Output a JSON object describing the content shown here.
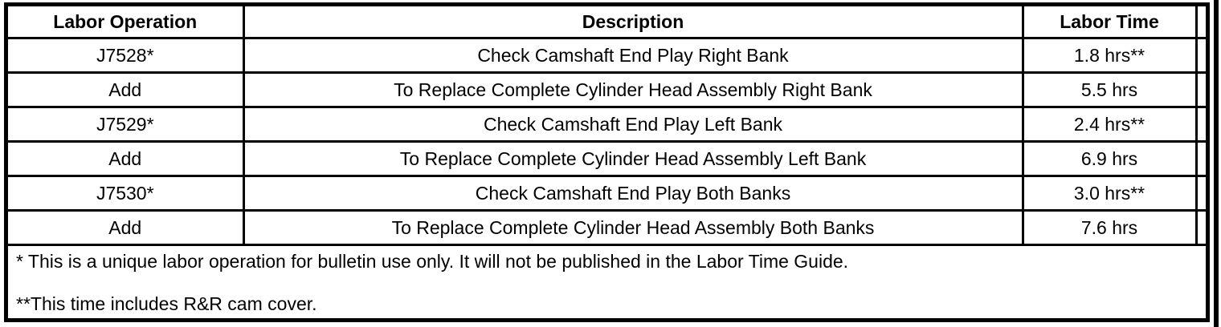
{
  "colors": {
    "background": "#ffffff",
    "border": "#000000",
    "text": "#000000"
  },
  "labor_table": {
    "columns": [
      "Labor Operation",
      "Description",
      "Labor Time"
    ],
    "rows": [
      {
        "operation": "J7528*",
        "description": "Check Camshaft End Play Right Bank",
        "time": "1.8 hrs**"
      },
      {
        "operation": "Add",
        "description": "To Replace Complete Cylinder Head Assembly Right Bank",
        "time": "5.5 hrs"
      },
      {
        "operation": "J7529*",
        "description": "Check Camshaft End Play Left Bank",
        "time": "2.4 hrs**"
      },
      {
        "operation": "Add",
        "description": "To Replace Complete Cylinder Head Assembly Left Bank",
        "time": "6.9 hrs"
      },
      {
        "operation": "J7530*",
        "description": "Check Camshaft End Play Both Banks",
        "time": "3.0 hrs**"
      },
      {
        "operation": "Add",
        "description": "To Replace Complete Cylinder Head Assembly Both Banks",
        "time": "7.6 hrs"
      }
    ],
    "footnotes": [
      "* This is a unique labor operation for bulletin use only. It will not be published in the Labor Time Guide.",
      "**This time includes R&R cam cover."
    ]
  }
}
